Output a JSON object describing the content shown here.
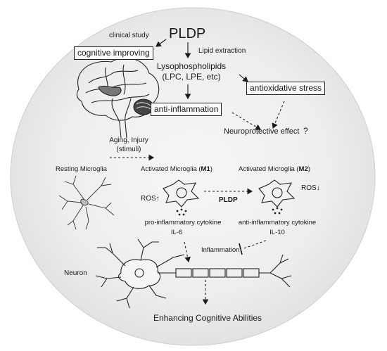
{
  "diagram": {
    "top": {
      "title": "PLDP",
      "clinical_study": "clinical study",
      "cognitive_improving": "cognitive improving",
      "lipid_extraction": "Lipid extraction",
      "lysophospholipids": "Lysophospholipids",
      "lysophospholipids_types": "(LPC, LPE, etc)",
      "antioxidative_stress": "antioxidative stress",
      "anti_inflammation": "anti-inflammation",
      "neuroprotective_effect": "Neuroprotective effect",
      "question_mark": "?"
    },
    "middle": {
      "aging_injury": "Aging, Injury",
      "stimuli": "(stimuli)",
      "resting_microglia": "Resting Microglia",
      "activated_m1_prefix": "Activated Microglia (",
      "activated_m1_bold": "M1",
      "activated_m1_suffix": ")",
      "activated_m2_prefix": "Activated Microglia (",
      "activated_m2_bold": "M2",
      "activated_m2_suffix": ")",
      "ros_up": "ROS↑",
      "ros_down": "ROS↓",
      "pldp_label": "PLDP",
      "pro_inflammatory": "pro-inflammatory cytokine",
      "il6": "IL-6",
      "anti_inflammatory": "anti-inflammatory cytokine",
      "il10": "IL-10"
    },
    "bottom": {
      "inflammation": "Inflammation",
      "neuron": "Neuron",
      "enhancing": "Enhancing Cognitive Abilities"
    }
  },
  "colors": {
    "circle_fill": "#ececec",
    "line": "#1a1a1a",
    "box_border": "#222222"
  }
}
